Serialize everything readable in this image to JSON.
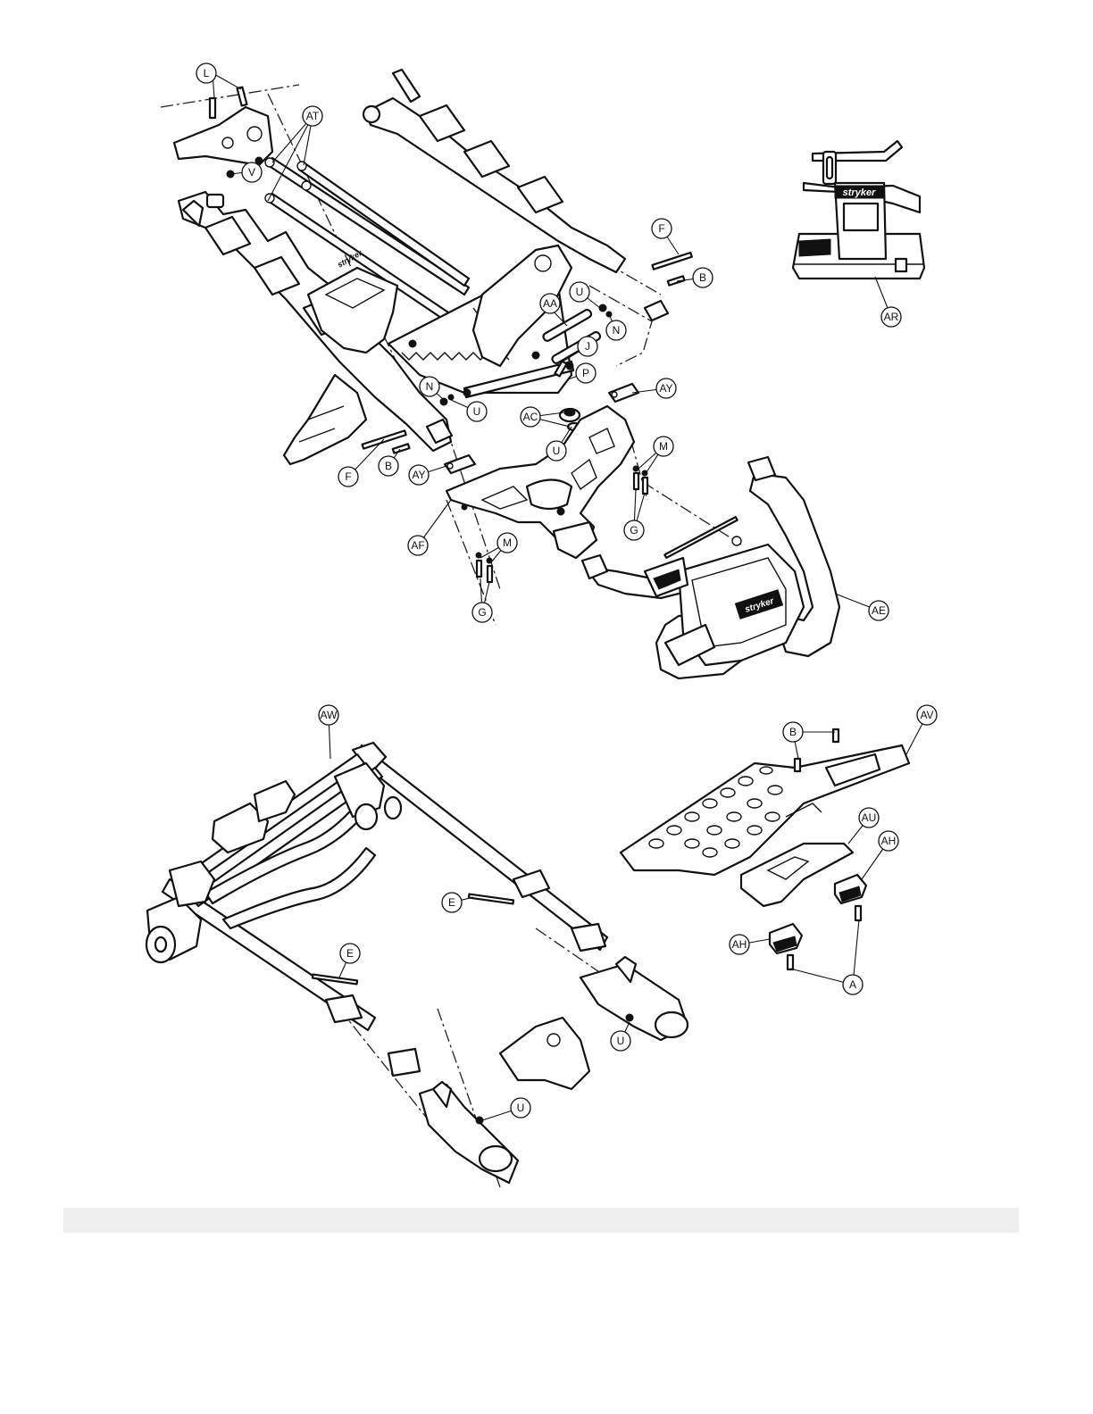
{
  "brand": {
    "logo_text": "stryker"
  },
  "callouts": [
    {
      "id": "c-l",
      "label": "L"
    },
    {
      "id": "c-at",
      "label": "AT"
    },
    {
      "id": "c-v",
      "label": "V"
    },
    {
      "id": "c-f1",
      "label": "F"
    },
    {
      "id": "c-b1",
      "label": "B"
    },
    {
      "id": "c-ar",
      "label": "AR"
    },
    {
      "id": "c-aa",
      "label": "AA"
    },
    {
      "id": "c-u1",
      "label": "U"
    },
    {
      "id": "c-n1",
      "label": "N"
    },
    {
      "id": "c-j",
      "label": "J"
    },
    {
      "id": "c-p",
      "label": "P"
    },
    {
      "id": "c-ay1",
      "label": "AY"
    },
    {
      "id": "c-n2",
      "label": "N"
    },
    {
      "id": "c-u2",
      "label": "U"
    },
    {
      "id": "c-ac",
      "label": "AC"
    },
    {
      "id": "c-u3",
      "label": "U"
    },
    {
      "id": "c-m1",
      "label": "M"
    },
    {
      "id": "c-f2",
      "label": "F"
    },
    {
      "id": "c-b2",
      "label": "B"
    },
    {
      "id": "c-ay2",
      "label": "AY"
    },
    {
      "id": "c-g1",
      "label": "G"
    },
    {
      "id": "c-af",
      "label": "AF"
    },
    {
      "id": "c-m2",
      "label": "M"
    },
    {
      "id": "c-ae",
      "label": "AE"
    },
    {
      "id": "c-g2",
      "label": "G"
    },
    {
      "id": "c-aw",
      "label": "AW"
    },
    {
      "id": "c-av",
      "label": "AV"
    },
    {
      "id": "c-b3",
      "label": "B"
    },
    {
      "id": "c-au",
      "label": "AU"
    },
    {
      "id": "c-ah1",
      "label": "AH"
    },
    {
      "id": "c-e1",
      "label": "E"
    },
    {
      "id": "c-ah2",
      "label": "AH"
    },
    {
      "id": "c-e2",
      "label": "E"
    },
    {
      "id": "c-a",
      "label": "A"
    },
    {
      "id": "c-u4",
      "label": "U"
    },
    {
      "id": "c-u5",
      "label": "U"
    }
  ]
}
